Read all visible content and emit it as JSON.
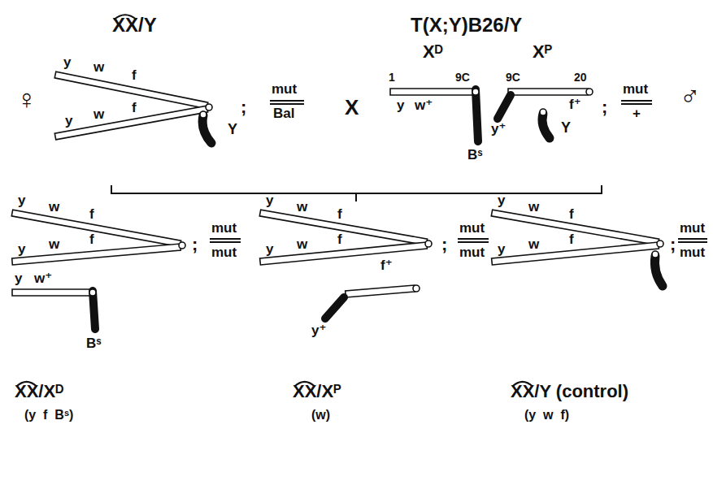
{
  "diagram": {
    "labels": [
      "XX/Y",
      "T(X;Y)B26/Y",
      "♀",
      "y",
      "w",
      "f",
      "y",
      "w",
      "f",
      "Y",
      ";",
      "mut",
      "Bal",
      "X",
      "Xᴰ",
      "Xᴾ",
      "1",
      "9C",
      "9C",
      "20",
      "y",
      "w⁺",
      "Bˢ",
      "y⁺",
      "f⁺",
      "Y",
      ";",
      "mut",
      "+",
      "♂",
      "y",
      "w",
      "f",
      "y",
      "w",
      "f",
      "y",
      "w⁺",
      "Bˢ",
      ";",
      "mut",
      "mut",
      "y",
      "w",
      "f",
      "y",
      "w",
      "f",
      "y⁺",
      "f⁺",
      ";",
      "mut",
      "mut",
      "y",
      "w",
      "f",
      "y",
      "w",
      "f",
      ";",
      "mut",
      "mut",
      "XX/Xᴰ",
      "(y  f  Bˢ)",
      "XX/Xᴾ",
      "(w)",
      "XX/Y (control)",
      "(y  w  f)"
    ]
  }
}
